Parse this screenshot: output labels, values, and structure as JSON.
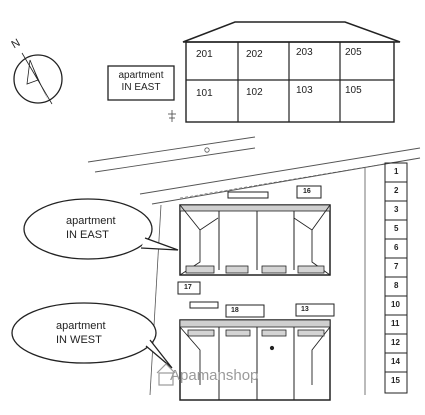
{
  "building": {
    "rooms_upper": [
      "201",
      "202",
      "203",
      "205"
    ],
    "rooms_lower": [
      "101",
      "102",
      "103",
      "105"
    ],
    "sign_line1": "apartment",
    "sign_line2": "IN EAST",
    "compass_letter": "N"
  },
  "site": {
    "callout_east_line1": "apartment",
    "callout_east_line2": "IN EAST",
    "callout_west_line1": "apartment",
    "callout_west_line2": "IN WEST",
    "plots": [
      "16",
      "17",
      "18",
      "13"
    ],
    "parking": [
      "1",
      "2",
      "3",
      "5",
      "6",
      "7",
      "8",
      "10",
      "11",
      "12",
      "14",
      "15"
    ]
  },
  "watermark": "Apamanshop",
  "icons": [
    "compass-icon",
    "tree-icon",
    "house-icon"
  ]
}
